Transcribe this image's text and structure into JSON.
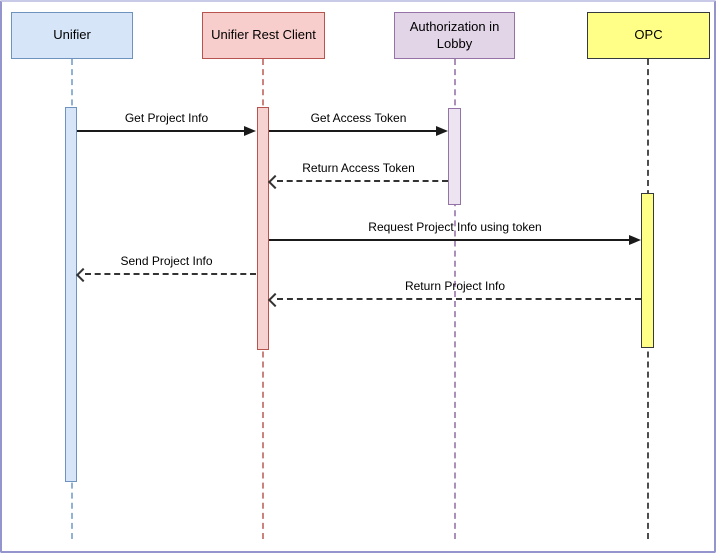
{
  "diagram": {
    "kind": "uml-sequence-diagram",
    "participants": [
      {
        "id": "unifier",
        "label": "Unifier",
        "fill": "#d6e6f8",
        "stroke": "#6f93bf"
      },
      {
        "id": "unifier-rest-client",
        "label": "Unifier Rest Client",
        "fill": "#f8cecc",
        "stroke": "#b85450"
      },
      {
        "id": "authorization-in-lobby",
        "label": "Authorization in Lobby",
        "fill": "#e1d5e7",
        "stroke": "#9673a6"
      },
      {
        "id": "opc",
        "label": "OPC",
        "fill": "#ffff88",
        "stroke": "#36393d"
      }
    ],
    "messages": [
      {
        "label": "Get Project Info",
        "from": "Unifier",
        "to": "Unifier Rest Client",
        "line": "solid",
        "arrow": "filled"
      },
      {
        "label": "Get Access Token",
        "from": "Unifier Rest Client",
        "to": "Authorization in Lobby",
        "line": "solid",
        "arrow": "filled"
      },
      {
        "label": "Return Access Token",
        "from": "Authorization in Lobby",
        "to": "Unifier Rest Client",
        "line": "dashed",
        "arrow": "open"
      },
      {
        "label": "Request Project Info using token",
        "from": "Unifier Rest Client",
        "to": "OPC",
        "line": "solid",
        "arrow": "filled"
      },
      {
        "label": "Send Project Info",
        "from": "Unifier Rest Client",
        "to": "Unifier",
        "line": "dashed",
        "arrow": "open"
      },
      {
        "label": "Return Project Info",
        "from": "OPC",
        "to": "Unifier Rest Client",
        "line": "dashed",
        "arrow": "open"
      }
    ],
    "frame_color": "#9595ce",
    "background": "#ffffff"
  }
}
